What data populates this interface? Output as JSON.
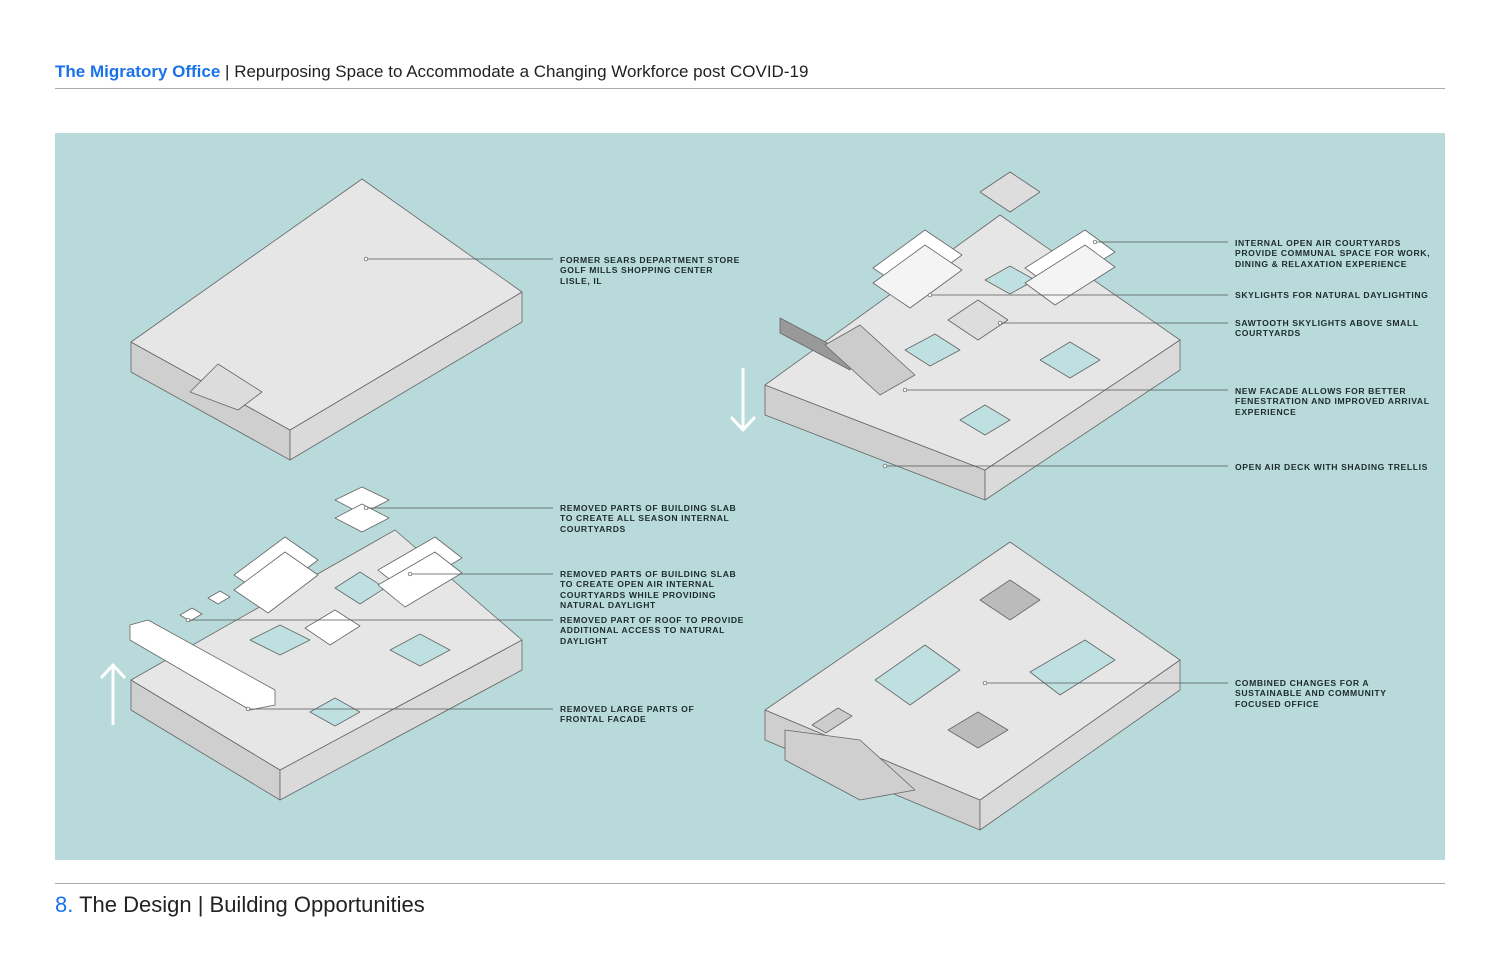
{
  "header": {
    "brand": "The Migratory Office",
    "separator": " | ",
    "subtitle": "Repurposing Space to Accommodate a Changing Workforce post COVID-19"
  },
  "footer": {
    "number": "8.",
    "title": " The Design | Building Opportunities"
  },
  "colors": {
    "accent": "#1a73e8",
    "panel": "#b9dada",
    "building": "#e4e4e4"
  },
  "callouts": {
    "existing": "FORMER SEARS DEPARTMENT STORE\nGOLF MILLS SHOPPING CENTER\nLISLE, IL",
    "slab_internal": "REMOVED PARTS OF BUILDING SLAB\nTO CREATE ALL SEASON INTERNAL\nCOURTYARDS",
    "slab_open": "REMOVED PARTS OF BUILDING SLAB\nTO CREATE OPEN AIR INTERNAL\nCOURTYARDS WHILE PROVIDING\nNATURAL DAYLIGHT",
    "roof": "REMOVED PART OF ROOF TO PROVIDE\nADDITIONAL ACCESS TO NATURAL\nDAYLIGHT",
    "facade_removed": "REMOVED LARGE PARTS OF\nFRONTAL FACADE",
    "courtyards": "INTERNAL OPEN AIR COURTYARDS\nPROVIDE COMMUNAL SPACE FOR WORK,\nDINING & RELAXATION EXPERIENCE",
    "skylights": "SKYLIGHTS FOR NATURAL DAYLIGHTING",
    "sawtooth": "SAWTOOTH SKYLIGHTS ABOVE SMALL\nCOURTYARDS",
    "new_facade": "NEW FACADE ALLOWS FOR BETTER\nFENESTRATION AND IMPROVED ARRIVAL\nEXPERIENCE",
    "deck": "OPEN AIR DECK WITH SHADING TRELLIS",
    "combined": "COMBINED CHANGES FOR A\nSUSTAINABLE AND COMMUNITY\nFOCUSED OFFICE"
  }
}
